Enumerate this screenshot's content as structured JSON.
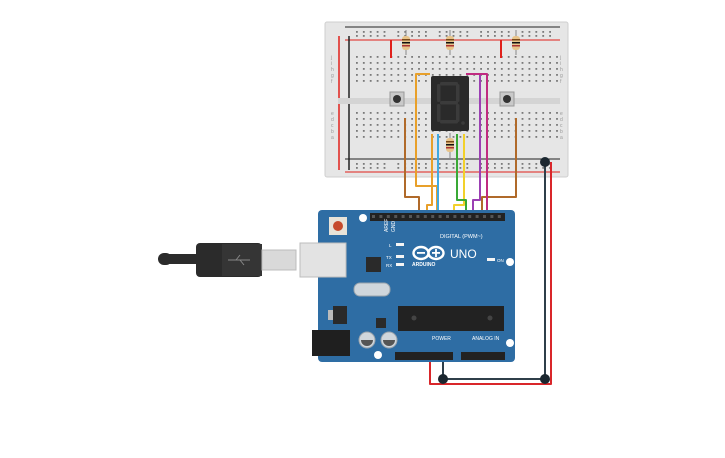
{
  "canvas": {
    "background": "#ffffff"
  },
  "breadboard": {
    "color": "#e6e6e6",
    "rail_red": "#e0201b",
    "rail_black": "#222222",
    "row_letters_top": [
      "j",
      "i",
      "h",
      "g",
      "f"
    ],
    "row_letters_bottom": [
      "e",
      "d",
      "c",
      "b",
      "a"
    ]
  },
  "display": {
    "shown_digit": "8",
    "segment_color": "#3b3b3b",
    "body_color": "#2a2a2a"
  },
  "resistors": {
    "count": 4,
    "body_color": "#e8c48a"
  },
  "pushbuttons": {
    "count": 2
  },
  "arduino": {
    "board_name": "UNO",
    "brand": "ARDUINO",
    "header_digital": "DIGITAL (PWM~)",
    "header_power": "POWER",
    "header_analog": "ANALOG IN",
    "label_on": "ON",
    "label_tx": "TX",
    "label_rx": "RX",
    "label_l": "L",
    "label_aref": "AREF",
    "label_gnd": "GND",
    "board_color": "#2e6da4"
  },
  "wires": {
    "colors": [
      "#b06a2a",
      "#e8a02a",
      "#3fa9e0",
      "#f2d12a",
      "#39a935",
      "#9b3fb3",
      "#c02b80",
      "#2f3f4a",
      "#d9262a"
    ]
  },
  "usb_cable": {
    "color": "#2b2b2b"
  }
}
